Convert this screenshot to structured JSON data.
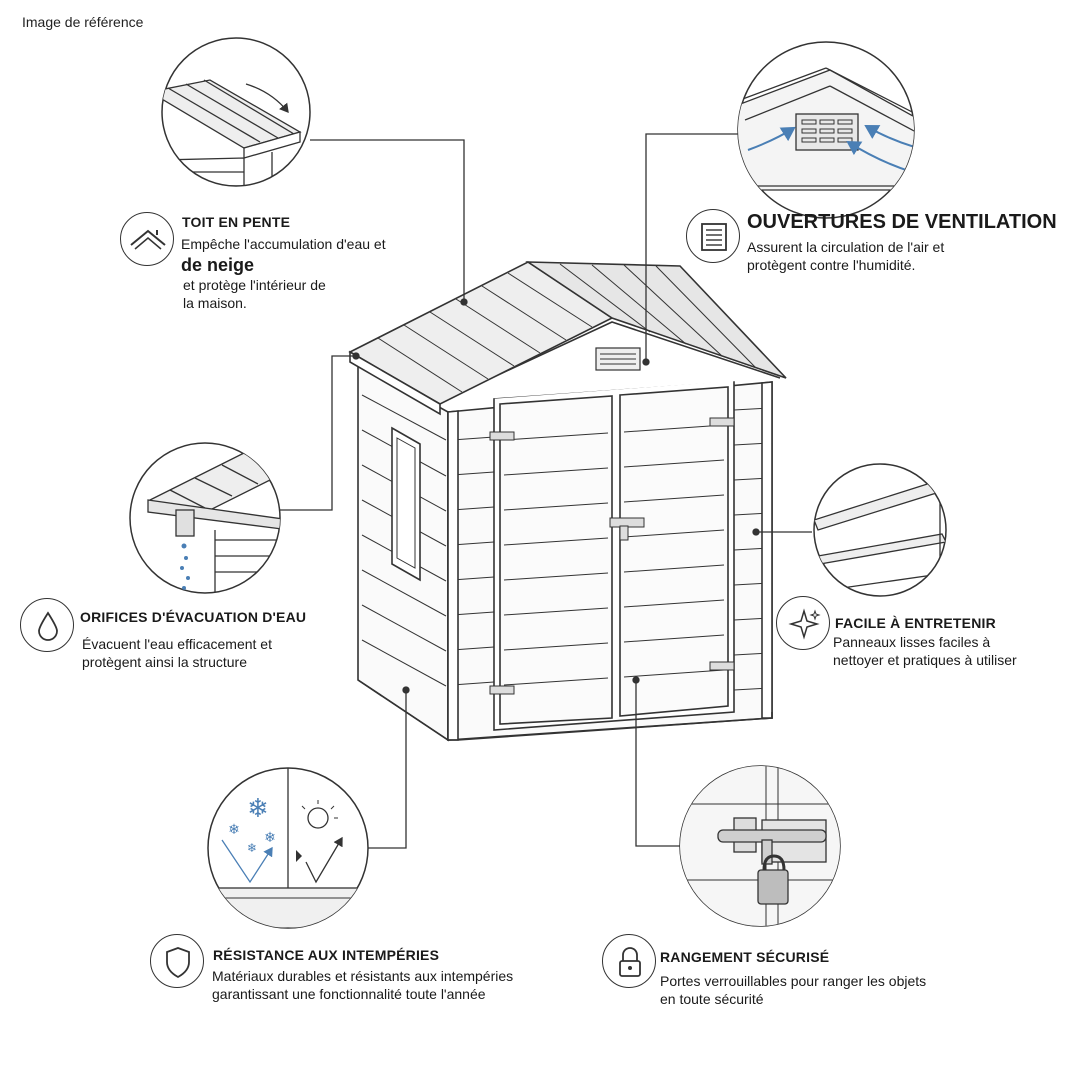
{
  "header": {
    "reference_label": "Image de référence"
  },
  "features": [
    {
      "id": "roof",
      "icon": "house-roof-icon",
      "title": "TOIT EN PENTE",
      "desc_line1": "Empêche l'accumulation d'eau et",
      "desc_emphasis": "de neige",
      "desc_line3": "et protège l'intérieur de",
      "desc_line4": "la maison."
    },
    {
      "id": "ventilation",
      "icon": "vent-grille-icon",
      "title": "OUVERTURES DE VENTILATION",
      "desc": "Assurent la circulation de l'air et protègent contre l'humidité."
    },
    {
      "id": "drainage",
      "icon": "water-drop-icon",
      "title": "ORIFICES D'ÉVACUATION D'EAU",
      "desc": "Évacuent l'eau efficacement et protègent ainsi la structure"
    },
    {
      "id": "maintenance",
      "icon": "sparkle-icon",
      "title": "FACILE À ENTRETENIR",
      "desc": "Panneaux lisses faciles à nettoyer et pratiques à utiliser"
    },
    {
      "id": "weather",
      "icon": "shield-icon",
      "title": "RÉSISTANCE AUX INTEMPÉRIES",
      "desc": "Matériaux durables et résistants aux intempéries garantissant une fonctionnalité toute l'année"
    },
    {
      "id": "security",
      "icon": "padlock-icon",
      "title": "RANGEMENT SÉCURISÉ",
      "desc": "Portes verrouillables pour ranger les objets en toute sécurité"
    }
  ],
  "colors": {
    "line": "#333333",
    "arrow_blue": "#4a7fb5",
    "panel_fill": "#f4f4f4"
  }
}
